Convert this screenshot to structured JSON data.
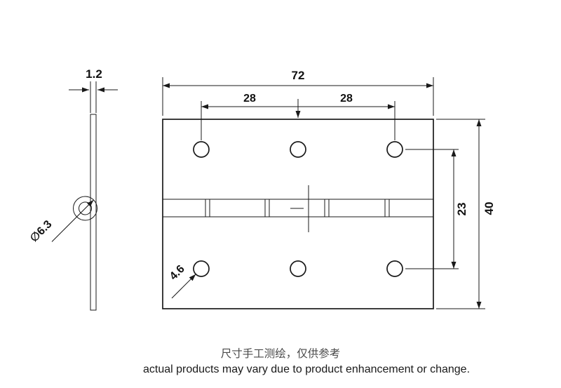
{
  "side_view": {
    "thickness_label": "1.2",
    "hole_diameter_label": "∅6.3"
  },
  "front_view": {
    "width_label": "72",
    "hole_spacing_left_label": "28",
    "hole_spacing_right_label": "28",
    "height_label": "40",
    "hole_row_spacing_label": "23",
    "hole_diameter_label": "4.6"
  },
  "footer": {
    "note_zh": "尺寸手工测绘，仅供参考",
    "note_en": "actual products may vary due to product enhancement or change."
  },
  "colors": {
    "line": "#1a1a1a",
    "background": "#ffffff"
  }
}
